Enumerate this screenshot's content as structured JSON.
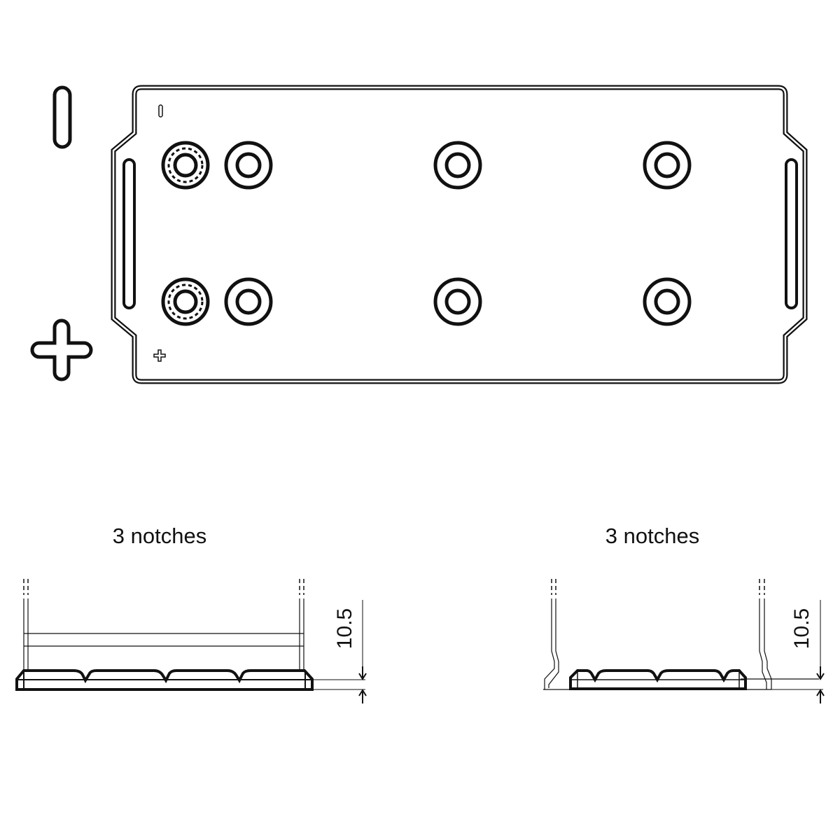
{
  "top_view": {
    "terminal_minus_symbol": "−",
    "terminal_plus_symbol": "+",
    "terminal_rows": 2,
    "holes_per_row": 3
  },
  "side_views": [
    {
      "notch_label": "3 notches",
      "dimension": "10.5"
    },
    {
      "notch_label": "3 notches",
      "dimension": "10.5"
    }
  ],
  "colors": {
    "line": "#111111",
    "background": "#ffffff"
  }
}
